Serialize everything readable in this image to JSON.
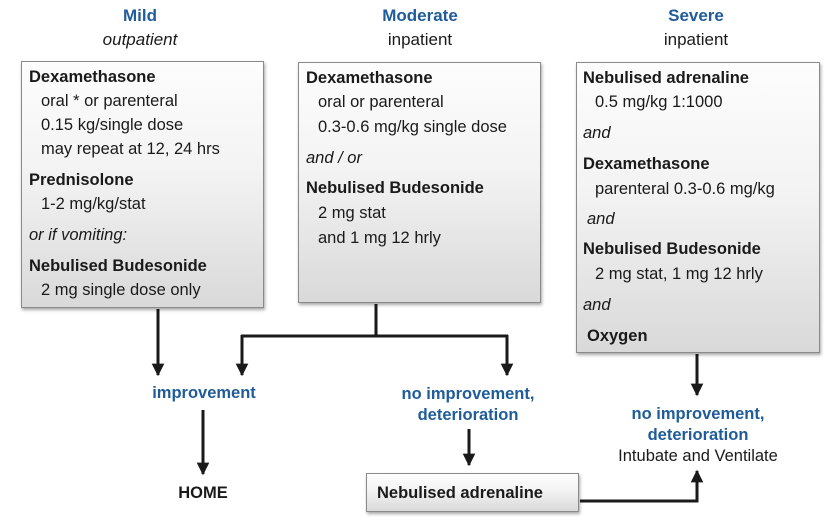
{
  "columns": {
    "mild": {
      "severity": "Mild",
      "setting": "outpatient"
    },
    "moderate": {
      "severity": "Moderate",
      "setting": "inpatient"
    },
    "severe": {
      "severity": "Severe",
      "setting": "inpatient"
    }
  },
  "mild_box": {
    "drug1": "Dexamethasone",
    "drug1_route": "oral * or parenteral",
    "drug1_dose": "0.15 kg/single dose",
    "drug1_repeat": "may repeat at 12, 24 hrs",
    "drug2": "Prednisolone",
    "drug2_dose": "1-2 mg/kg/stat",
    "connector": "or if vomiting:",
    "drug3": "Nebulised Budesonide",
    "drug3_dose": "2 mg single dose only"
  },
  "moderate_box": {
    "drug1": "Dexamethasone",
    "drug1_route": "oral or parenteral",
    "drug1_dose": "0.3-0.6 mg/kg single dose",
    "connector": "and / or",
    "drug2": "Nebulised Budesonide",
    "drug2_dose1": "2 mg stat",
    "drug2_dose2": "and 1 mg 12 hrly"
  },
  "severe_box": {
    "drug1": "Nebulised adrenaline",
    "drug1_dose": "0.5 mg/kg 1:1000",
    "and1": "and",
    "drug2": "Dexamethasone",
    "drug2_dose": "parenteral 0.3-0.6 mg/kg",
    "and2": "and",
    "drug3": "Nebulised Budesonide",
    "drug3_dose": "2 mg stat, 1 mg 12 hrly",
    "and3": "and",
    "drug4": "Oxygen"
  },
  "outcomes": {
    "improvement": "improvement",
    "no_improvement_line1": "no improvement,",
    "no_improvement_line2": "deterioration",
    "home": "HOME",
    "nebulised_adrenaline": "Nebulised adrenaline",
    "severe_no_improvement_line1": "no improvement,",
    "severe_no_improvement_line2": "deterioration",
    "intubate": "Intubate and Ventilate"
  },
  "colors": {
    "heading_blue": "#1f5c99",
    "arrow": "#1a1a1a"
  }
}
